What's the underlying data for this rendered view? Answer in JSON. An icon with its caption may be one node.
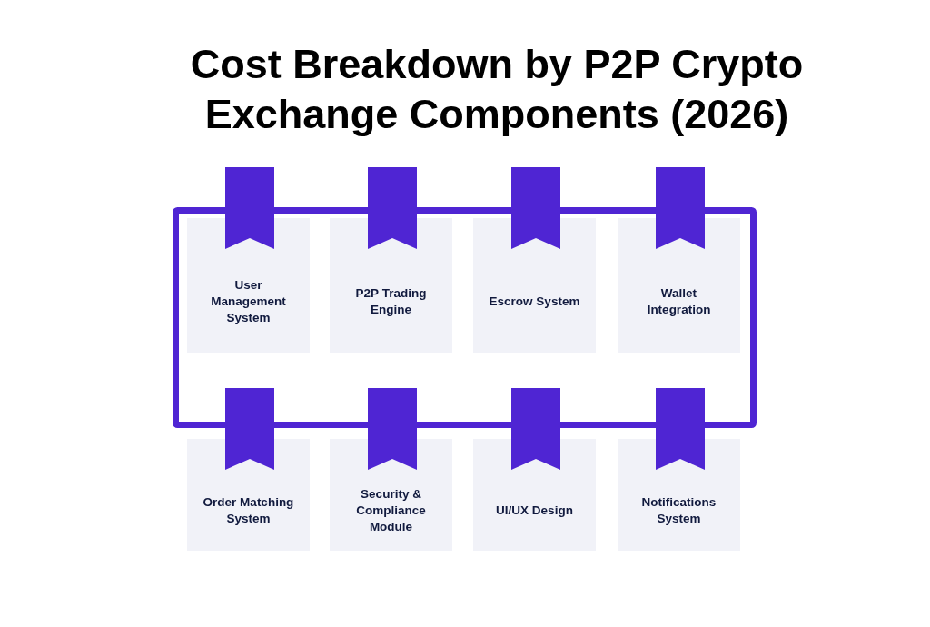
{
  "diagram": {
    "title": "Cost Breakdown by P2P Crypto Exchange Components (2026)",
    "nodes": [
      {
        "text": [
          "User Management System"
        ]
      },
      {
        "text": [
          "P2P Trading Engine"
        ]
      },
      {
        "text": [
          "Escrow System"
        ]
      },
      {
        "text": [
          "Wallet Integration"
        ]
      },
      {
        "text": [
          "Order Matching System"
        ]
      },
      {
        "text": [
          "Security & Compliance Module"
        ]
      },
      {
        "text": [
          "UI/UX Design"
        ]
      },
      {
        "text": [
          "Notifications System"
        ]
      }
    ]
  }
}
